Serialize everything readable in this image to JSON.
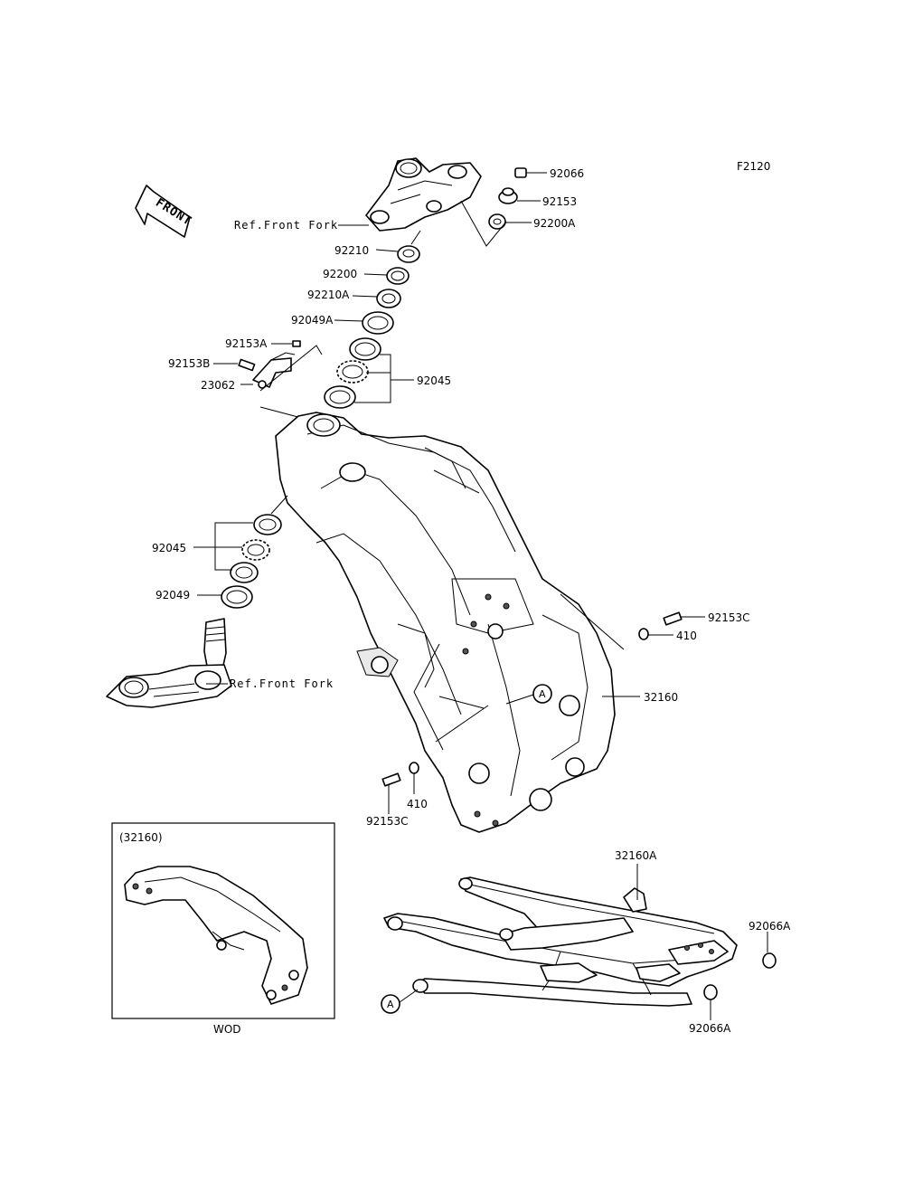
{
  "diagram_code": "F2120",
  "front_arrow": "FRONT",
  "labels": {
    "p92066": "92066",
    "p92153": "92153",
    "p92200A": "92200A",
    "ref_front_fork_top": "Ref.Front Fork",
    "p92210": "92210",
    "p92200": "92200",
    "p92210A": "92210A",
    "p92049A": "92049A",
    "p92153A": "92153A",
    "p92153B": "92153B",
    "p23062": "23062",
    "p92045_top": "92045",
    "p92045_left": "92045",
    "p92049": "92049",
    "ref_front_fork_bottom": "Ref.Front Fork",
    "p92153C_right": "92153C",
    "p410_right": "410",
    "p32160": "32160",
    "p410_bottom": "410",
    "p92153C_bottom": "92153C",
    "p32160A": "32160A",
    "p92066A_right": "92066A",
    "p92066A_bottom": "92066A",
    "callout_a_main": "A",
    "callout_a_sub": "A"
  },
  "inset": {
    "title": "(32160)",
    "caption": "WOD"
  }
}
